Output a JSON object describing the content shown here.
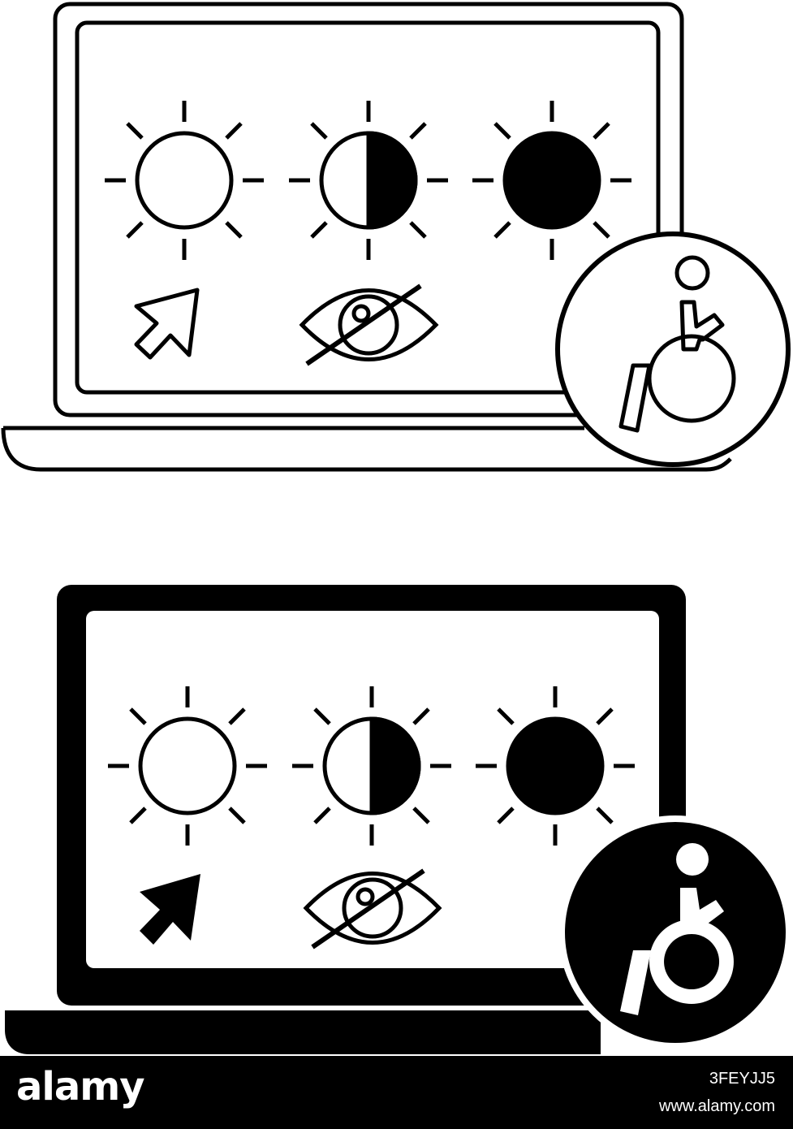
{
  "watermark": {
    "logo": "alamy",
    "image_id": "3FEYJJ5",
    "url": "www.alamy.com"
  },
  "colors": {
    "ink": "#000000",
    "paper": "#ffffff"
  },
  "icons": {
    "outline_variant": [
      "laptop-icon",
      "sun-light-icon",
      "sun-half-icon",
      "sun-dark-icon",
      "cursor-arrow-icon",
      "eye-slash-icon",
      "wheelchair-icon"
    ],
    "solid_variant": [
      "laptop-icon",
      "sun-light-icon",
      "sun-half-icon",
      "sun-dark-icon",
      "cursor-arrow-icon",
      "eye-slash-icon",
      "wheelchair-icon"
    ]
  }
}
